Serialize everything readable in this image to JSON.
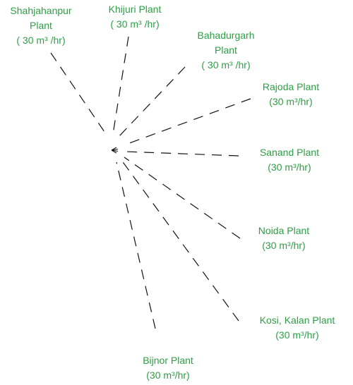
{
  "colors": {
    "label": "#2e9e46",
    "ray": "#111111"
  },
  "hub": {
    "icon": "arrowhead-cluster-icon"
  },
  "plants": [
    {
      "id": "shahjahanpur",
      "lines": [
        "Shahjahanpur",
        "Plant",
        "( 30 m³ /hr)"
      ]
    },
    {
      "id": "khijuri",
      "lines": [
        "Khijuri Plant",
        "( 30 m³ /hr)"
      ]
    },
    {
      "id": "bahadurgarh",
      "lines": [
        "Bahadurgarh",
        "Plant",
        "( 30 m³ /hr)"
      ]
    },
    {
      "id": "rajoda",
      "lines": [
        "Rajoda Plant",
        "(30 m³/hr)"
      ]
    },
    {
      "id": "sanand",
      "lines": [
        "Sanand Plant",
        "(30 m³/hr)"
      ]
    },
    {
      "id": "noida",
      "lines": [
        "Noida Plant",
        "(30 m³/hr)"
      ]
    },
    {
      "id": "kosi-kalan",
      "lines": [
        "Kosi, Kalan Plant",
        "(30 m³/hr)"
      ]
    },
    {
      "id": "bijnor",
      "lines": [
        "Bijnor Plant",
        "(30 m³/hr)"
      ]
    }
  ]
}
